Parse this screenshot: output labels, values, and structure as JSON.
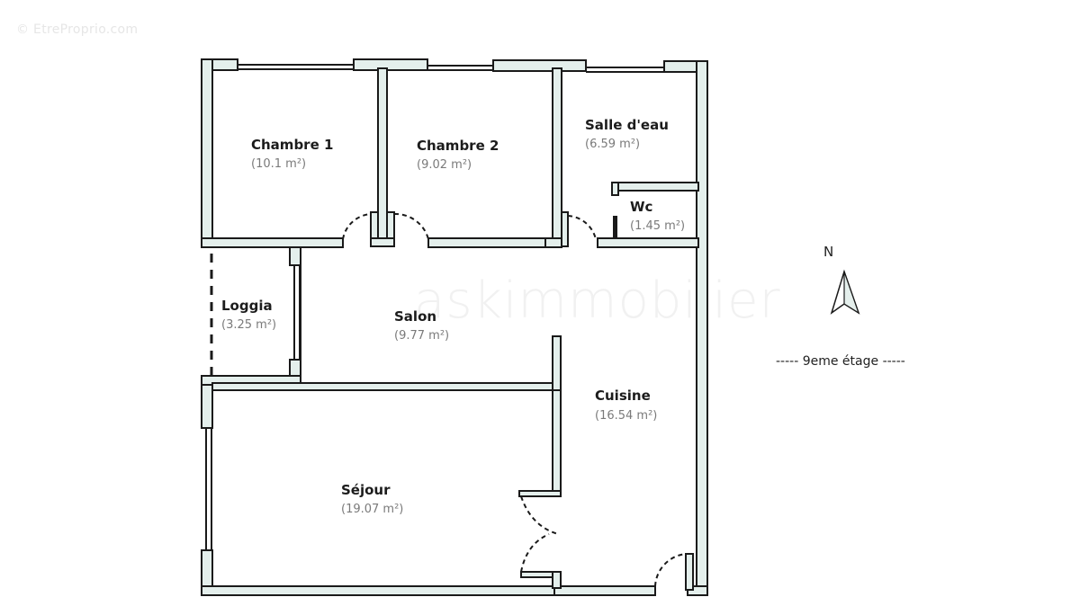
{
  "watermarks": {
    "top_left": "© EtreProprio.com",
    "center": "askimmobilier"
  },
  "colors": {
    "wall_fill": "#e4efec",
    "wall_stroke": "#1a1a1a",
    "label": "#1c1c1c",
    "area": "#7a7a7a"
  },
  "rooms": [
    {
      "id": "chambre1",
      "name": "Chambre 1",
      "area": "(10.1 m²)"
    },
    {
      "id": "chambre2",
      "name": "Chambre 2",
      "area": "(9.02 m²)"
    },
    {
      "id": "salle_deau",
      "name": "Salle d'eau",
      "area": "(6.59 m²)"
    },
    {
      "id": "wc",
      "name": "Wc",
      "area": "(1.45 m²)"
    },
    {
      "id": "loggia",
      "name": "Loggia",
      "area": "(3.25 m²)"
    },
    {
      "id": "salon",
      "name": "Salon",
      "area": "(9.77 m²)"
    },
    {
      "id": "cuisine",
      "name": "Cuisine",
      "area": "(16.54 m²)"
    },
    {
      "id": "sejour",
      "name": "Séjour",
      "area": "(19.07 m²)"
    }
  ],
  "compass": {
    "label": "N",
    "icon": "north-arrow-icon"
  },
  "floor": {
    "label": "----- 9eme étage -----"
  }
}
